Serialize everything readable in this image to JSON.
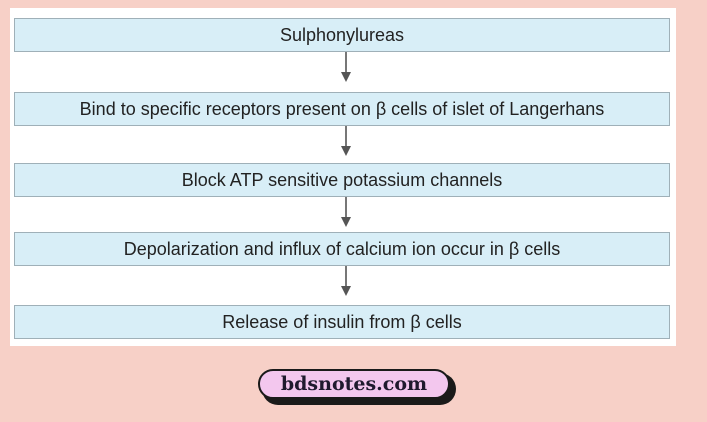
{
  "flowchart": {
    "steps": [
      "Sulphonylureas",
      "Bind to specific receptors present on β cells of islet of Langerhans",
      "Block ATP sensitive potassium channels",
      "Depolarization and influx of calcium ion occur in β cells",
      "Release of insulin from β cells"
    ]
  },
  "watermark": {
    "text": "bdsnotes.com"
  },
  "colors": {
    "page_background": "#f7d0c7",
    "box_fill": "#d8eef7",
    "box_border": "#9fb0b8",
    "arrow": "#555555",
    "badge_fill": "#f3c7ee"
  }
}
